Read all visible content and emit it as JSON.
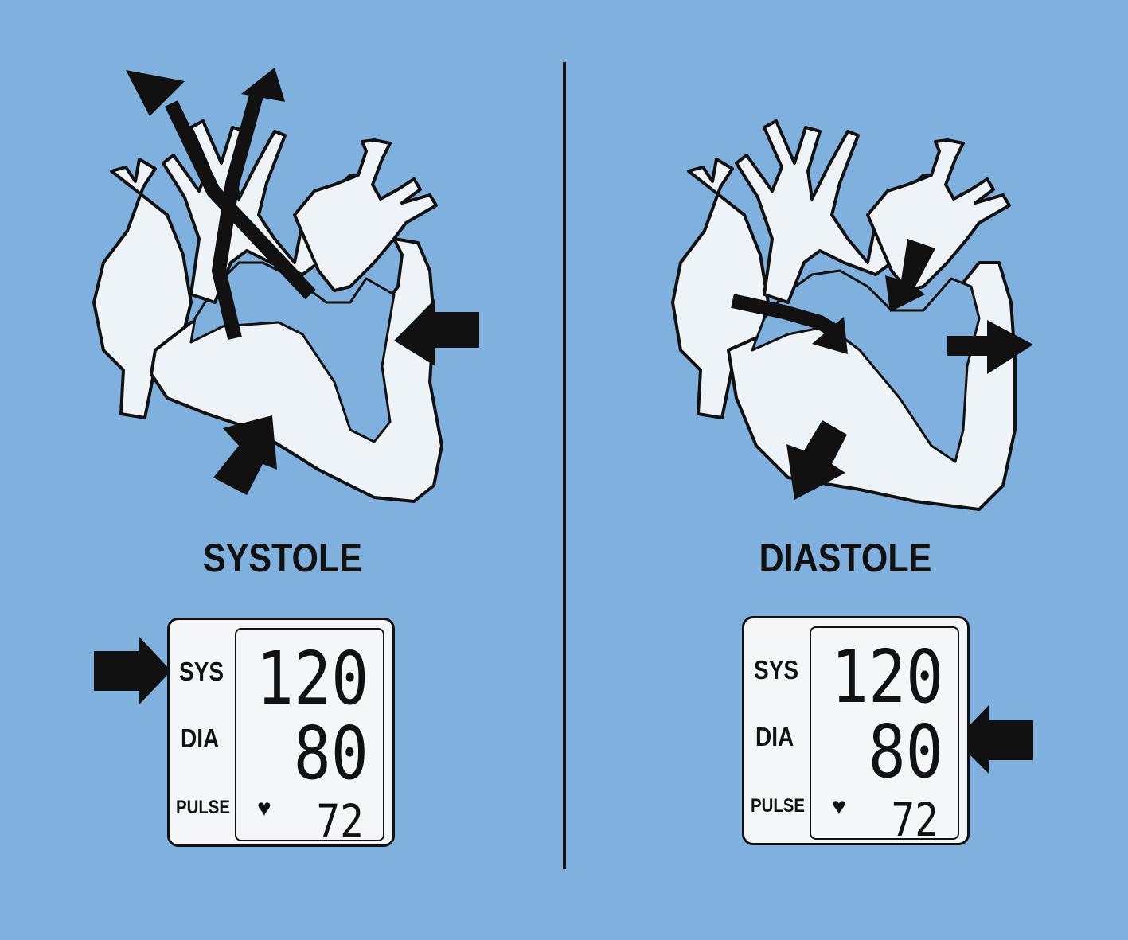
{
  "panels": {
    "left": {
      "title": "SYSTOLE",
      "monitor": {
        "sys_label": "SYS",
        "dia_label": "DIA",
        "pulse_label": "PULSE",
        "sys_value": "120",
        "dia_value": "80",
        "pulse_value": "72",
        "heart_icon": "heart-icon"
      },
      "highlighted_reading": "SYS"
    },
    "right": {
      "title": "DIASTOLE",
      "monitor": {
        "sys_label": "SYS",
        "dia_label": "DIA",
        "pulse_label": "PULSE",
        "sys_value": "120",
        "dia_value": "80",
        "pulse_value": "72",
        "heart_icon": "heart-icon"
      },
      "highlighted_reading": "DIA"
    }
  },
  "colors": {
    "background": "#80b0dd",
    "heart_fill": "#eef3f8",
    "ink": "#111111"
  }
}
